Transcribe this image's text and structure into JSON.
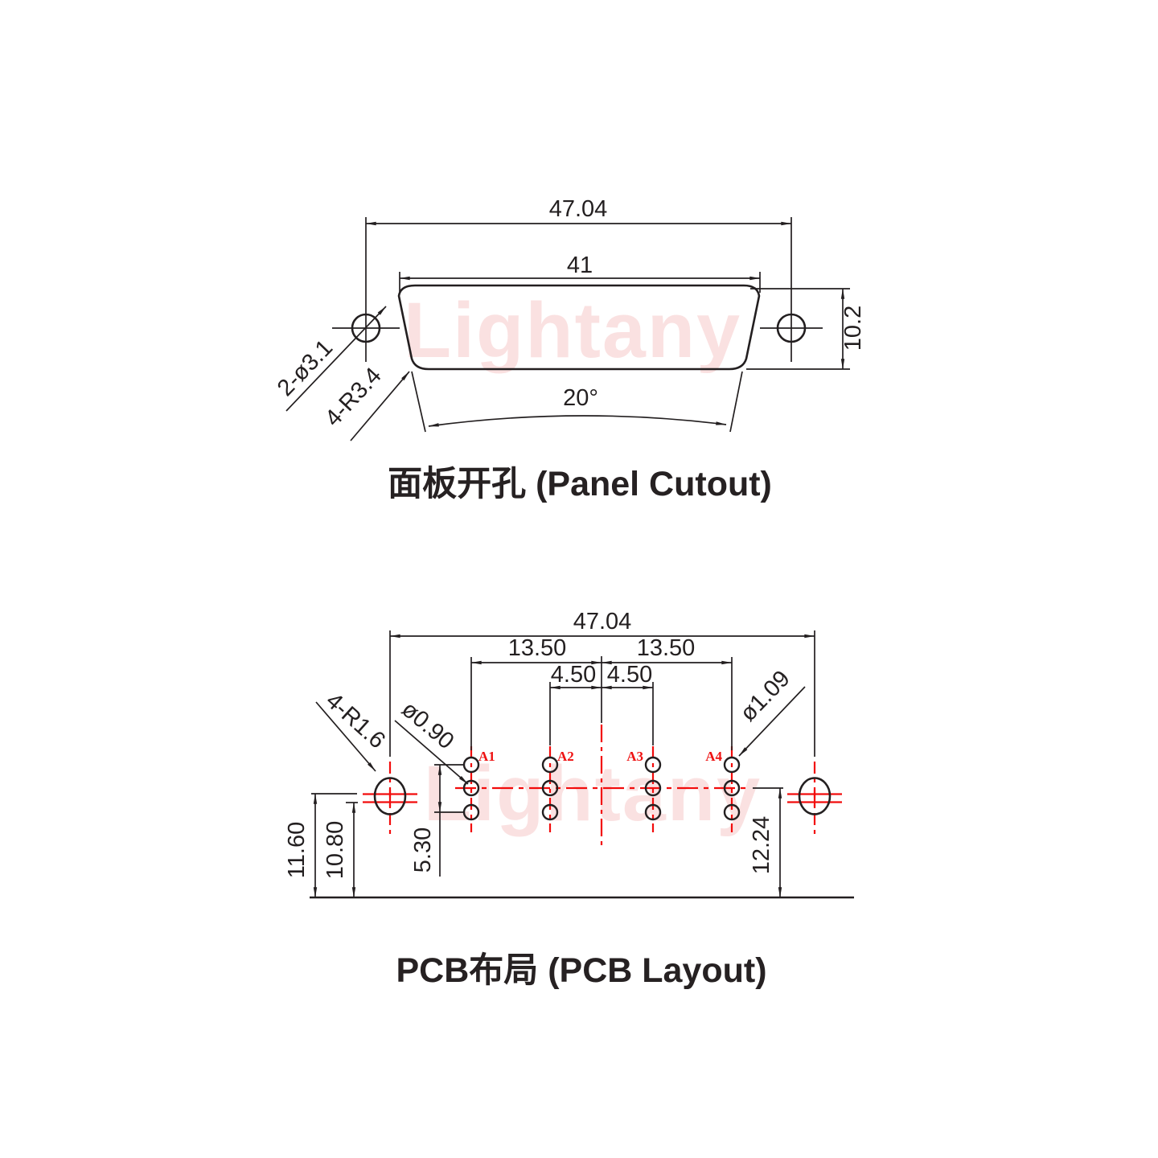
{
  "watermark": {
    "text": "Lightany"
  },
  "panel_cutout": {
    "title": "面板开孔 (Panel Cutout)",
    "dim_width_outer": "47.04",
    "dim_width_inner": "41",
    "dim_height": "10.2",
    "dim_angle": "20°",
    "label_mount_holes": "2-ø3.1",
    "label_corner_radius": "4-R3.4"
  },
  "pcb_layout": {
    "title": "PCB布局 (PCB Layout)",
    "dim_width_outer": "47.04",
    "dim_pitch_outer_left": "13.50",
    "dim_pitch_outer_right": "13.50",
    "dim_pitch_inner_left": "4.50",
    "dim_pitch_inner_right": "4.50",
    "label_signal_hole": "ø0.90",
    "label_coax_hole": "ø1.09",
    "label_mount_radius": "4-R1.6",
    "dim_row_span": "5.30",
    "dim_mount_upper": "11.60",
    "dim_mount_lower": "10.80",
    "dim_row_height": "12.24",
    "pins": [
      {
        "label": "A1"
      },
      {
        "label": "A2"
      },
      {
        "label": "A3"
      },
      {
        "label": "A4"
      }
    ]
  }
}
